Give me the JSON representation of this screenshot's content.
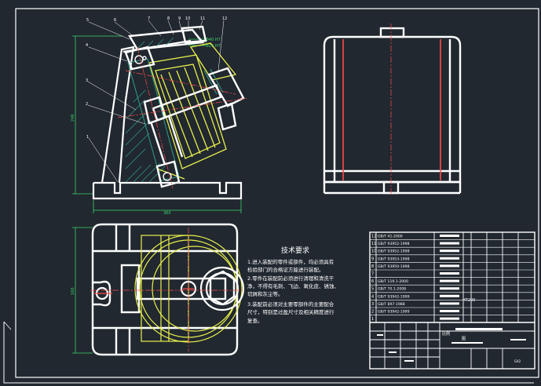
{
  "colors": {
    "background": "#212830",
    "outline": "#ffffff",
    "part": "#e8f04a",
    "section": "#2f9e88",
    "dimension": "#3fd46a",
    "centerline": "#ff4a4a",
    "leader": "#ffffff"
  },
  "balloons": [
    "1",
    "2",
    "3",
    "4",
    "5",
    "6",
    "7",
    "8",
    "9",
    "10",
    "11",
    "12"
  ],
  "dimensions": {
    "height_v": "246",
    "width_h": "360",
    "dia_top_a": "Φ40 H7",
    "dia_top_b": "Φ25 H7",
    "plan_h": "160"
  },
  "technical_requirements": {
    "title": "技术要求",
    "lines": [
      "1.进入装配的零件或部件，均必须具有",
      "检验部门的合格证方能进行装配。",
      "2.零件在装配前必须进行清理和清洗干",
      "净，不得有毛刺、飞边、氧化皮、锈蚀、",
      "切屑和灰尘等。",
      "3.装配前必须对主要零部件的主要配合",
      "尺寸，特别是过盈尺寸及相关精度进行",
      "复查。"
    ]
  },
  "parts_list": [
    {
      "no": "12",
      "std": "GB/T 41-2000"
    },
    {
      "no": "11",
      "std": "GB/T 93952-1998"
    },
    {
      "no": "10",
      "std": "GB/T 93952-1998"
    },
    {
      "no": "9",
      "std": "GB/T 93953-1998"
    },
    {
      "no": "8",
      "std": "GB/T 93950-1998"
    },
    {
      "no": "7",
      "std": ""
    },
    {
      "no": "6",
      "std": "GB/T 119.1-2000"
    },
    {
      "no": "5",
      "std": "GB/T 70.1-2008"
    },
    {
      "no": "4",
      "std": "GB/T 93942-1999"
    },
    {
      "no": "3",
      "std": "GB/T 897-1988"
    },
    {
      "no": "2",
      "std": "GB/T 93942-1999"
    },
    {
      "no": "1",
      "std": ""
    }
  ],
  "title_block": {
    "material": "HT200",
    "scale_cell": "比例",
    "name_cell": "图",
    "code": "G42"
  }
}
